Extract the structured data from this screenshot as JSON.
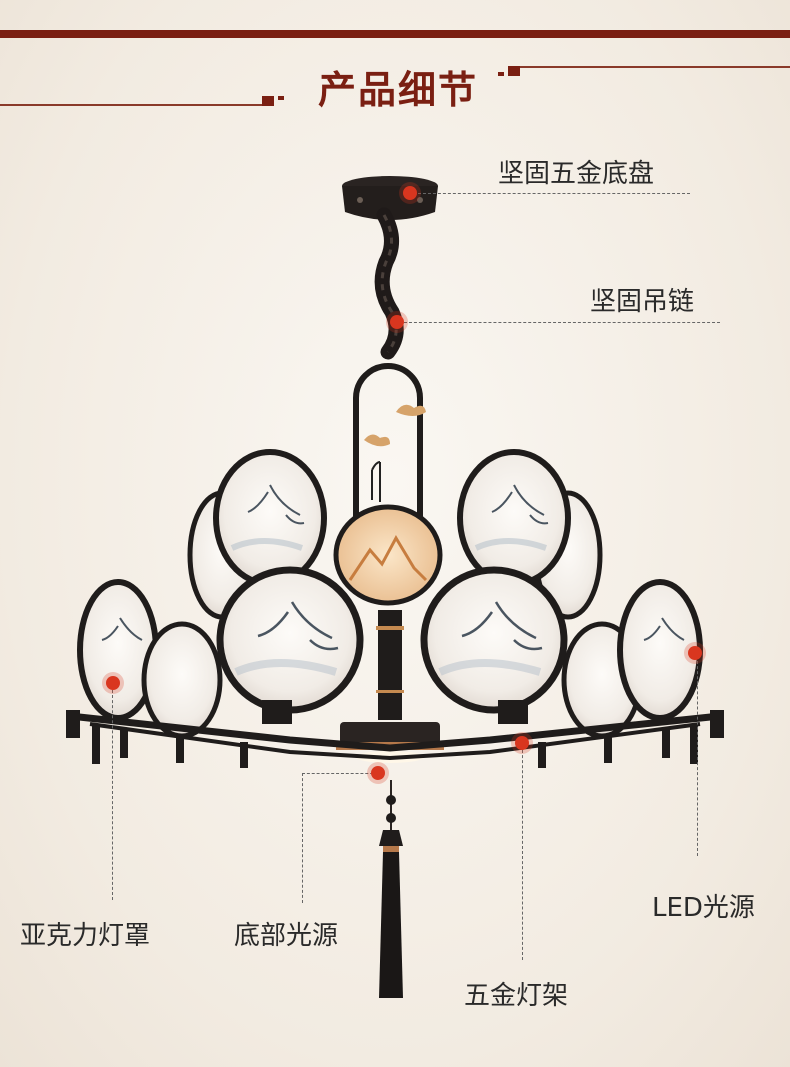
{
  "header": {
    "title": "产品细节"
  },
  "labels": {
    "chassis": "坚固五金底盘",
    "chain": "坚固吊链",
    "led": "LED光源",
    "shade": "亚克力灯罩",
    "bottom_light": "底部光源",
    "frame": "五金灯架"
  },
  "colors": {
    "brand": "#7a1f12",
    "marker": "#d9361f",
    "background": "#f3ede4",
    "frame": "#1f1c1b"
  }
}
